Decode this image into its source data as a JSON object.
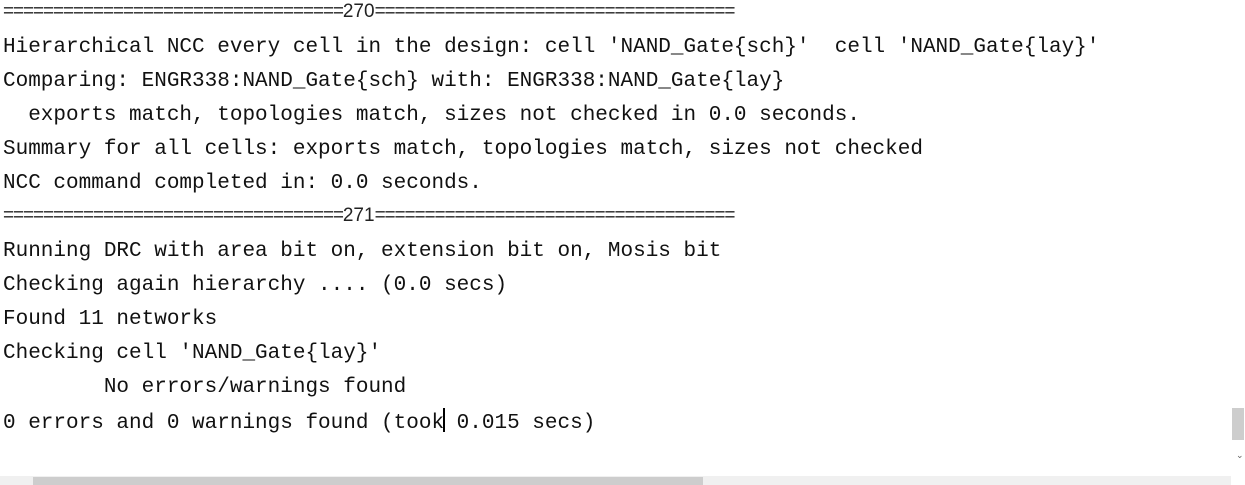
{
  "console": {
    "separator_270": {
      "left": "==================================",
      "num": "270",
      "right": "===================================="
    },
    "line_1": "Hierarchical NCC every cell in the design: cell 'NAND_Gate{sch}'  cell 'NAND_Gate{lay}'",
    "line_2": "Comparing: ENGR338:NAND_Gate{sch} with: ENGR338:NAND_Gate{lay}",
    "line_3": "  exports match, topologies match, sizes not checked in 0.0 seconds.",
    "line_4": "Summary for all cells: exports match, topologies match, sizes not checked",
    "line_5": "NCC command completed in: 0.0 seconds.",
    "separator_271": {
      "left": "==================================",
      "num": "271",
      "right": "===================================="
    },
    "line_6": "Running DRC with area bit on, extension bit on, Mosis bit",
    "line_7": "Checking again hierarchy .... (0.0 secs)",
    "line_8": "Found 11 networks",
    "line_9": "Checking cell 'NAND_Gate{lay}'",
    "line_10": "        No errors/warnings found",
    "line_11_before_caret": "0 errors and 0 warnings found (took",
    "line_11_after_caret": " 0.015 secs)"
  },
  "scrollbars": {
    "down_arrow_icon": "chevron-down-icon"
  }
}
